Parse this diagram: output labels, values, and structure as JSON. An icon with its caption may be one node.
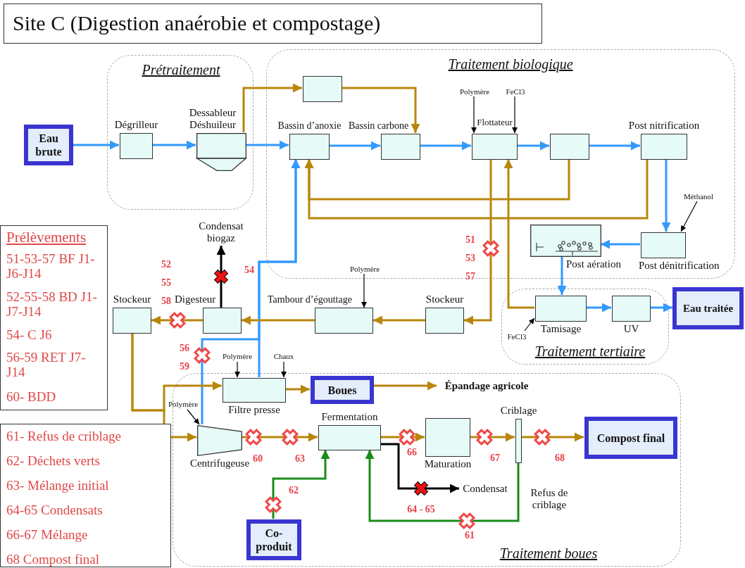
{
  "diagram": {
    "title": "Site C (Digestion anaérobie et compostage)",
    "nodes": [
      {
        "text": [
          "Prétraitement"
        ]
      },
      {
        "text": [
          "Traitement biologique"
        ]
      },
      {
        "text": [
          "Traitement tertiaire"
        ]
      },
      {
        "text": [
          "Traitement boues"
        ]
      },
      {
        "text": [
          "Eau brute"
        ]
      },
      {
        "text": [
          "Dégrilleur"
        ],
        "in": 0
      },
      {
        "text": [
          "Dessableur Déshuileur"
        ],
        "in": 0
      },
      {
        "text": [],
        "shape": "box",
        "in": 1
      },
      {
        "text": [
          "Bassin d’anoxie"
        ],
        "in": 1
      },
      {
        "text": [
          "Bassin carbone"
        ],
        "in": 1
      },
      {
        "text": [
          "Flottateur"
        ],
        "in": 1
      },
      {
        "text": [],
        "shape": "box",
        "in": 1
      },
      {
        "text": [
          "Post nitrification"
        ],
        "in": 1
      },
      {
        "text": [
          "Post dénitrification"
        ],
        "in": 1
      },
      {
        "text": [
          "Post aération"
        ],
        "in": 1
      },
      {
        "text": [
          "Tamisage"
        ],
        "in": 2
      },
      {
        "text": [
          "UV"
        ],
        "in": 2
      },
      {
        "text": [
          "Eau traitée"
        ]
      },
      {
        "text": [
          "Stockeur"
        ]
      },
      {
        "text": [
          "Tambour d’égouttage"
        ]
      },
      {
        "text": [
          "Digesteur"
        ]
      },
      {
        "text": [
          "Stockeur"
        ]
      },
      {
        "text": [
          "Condensat biogaz"
        ]
      },
      {
        "text": [
          "Filtre presse"
        ],
        "in": 3
      },
      {
        "text": [
          "Boues"
        ],
        "in": 3
      },
      {
        "text": [
          "Épandage agricole"
        ],
        "in": 3
      },
      {
        "text": [
          "Centrifugeuse"
        ],
        "in": 3
      },
      {
        "text": [
          "Fermentation"
        ],
        "in": 3
      },
      {
        "text": [
          "Maturation"
        ],
        "in": 3
      },
      {
        "text": [
          "Criblage"
        ],
        "in": 3
      },
      {
        "text": [
          "Compost final"
        ],
        "in": 3
      },
      {
        "text": [
          "Condensat"
        ],
        "in": 3
      },
      {
        "text": [
          "Co-produit"
        ],
        "in": 3
      },
      {
        "text": [
          "Polymère"
        ],
        "in": 1
      },
      {
        "text": [
          "FeCl3"
        ],
        "in": 1
      },
      {
        "text": [
          "Méthanol"
        ],
        "in": 1
      },
      {
        "text": [
          "FeCl3"
        ],
        "in": 2
      },
      {
        "text": [
          "Polymère"
        ],
        "in": 1
      },
      {
        "text": [
          "Polymère"
        ]
      },
      {
        "text": [
          "Chaux"
        ]
      },
      {
        "text": [
          "Polymère"
        ]
      }
    ],
    "edges": [
      {
        "from": 4,
        "to": 5,
        "arrow": "to",
        "color": "#3399ff"
      },
      {
        "from": 5,
        "to": 6,
        "arrow": "to",
        "color": "#3399ff"
      },
      {
        "from": 6,
        "to": 8,
        "arrow": "to",
        "color": "#3399ff"
      },
      {
        "from": 8,
        "to": 9,
        "arrow": "to",
        "color": "#3399ff"
      },
      {
        "from": 9,
        "to": 10,
        "arrow": "to",
        "color": "#3399ff"
      },
      {
        "from": 10,
        "to": 11,
        "arrow": "to",
        "color": "#3399ff"
      },
      {
        "from": 11,
        "to": 12,
        "arrow": "to",
        "color": "#3399ff"
      },
      {
        "from": 12,
        "to": 13,
        "arrow": "to",
        "color": "#3399ff"
      },
      {
        "from": 13,
        "to": 14,
        "arrow": "to",
        "color": "#3399ff"
      },
      {
        "from": 14,
        "to": 15,
        "arrow": "to",
        "color": "#3399ff"
      },
      {
        "from": 15,
        "to": 16,
        "arrow": "to",
        "color": "#3399ff"
      },
      {
        "from": 16,
        "to": 17,
        "arrow": "to",
        "color": "#3399ff"
      },
      {
        "from": 23,
        "to": 8,
        "arrow": "to",
        "color": "#3399ff"
      },
      {
        "from": 26,
        "to": 8,
        "arrow": "to",
        "color": "#3399ff"
      },
      {
        "from": 6,
        "to": 7,
        "arrow": "to"
      },
      {
        "from": 7,
        "to": 9,
        "arrow": "to"
      },
      {
        "from": 10,
        "to": 18,
        "arrow": "to"
      },
      {
        "from": 15,
        "to": 10,
        "arrow": "to"
      },
      {
        "from": 11,
        "to": 8,
        "arrow": "to"
      },
      {
        "from": 12,
        "to": 8,
        "arrow": "to"
      },
      {
        "from": 18,
        "to": 19,
        "arrow": "to"
      },
      {
        "from": 19,
        "to": 20,
        "arrow": "to"
      },
      {
        "from": 20,
        "to": 21,
        "arrow": "to"
      },
      {
        "from": 21,
        "to": 23,
        "arrow": "to"
      },
      {
        "from": 21,
        "to": 26,
        "arrow": "to"
      },
      {
        "from": 23,
        "to": 24,
        "arrow": "to"
      },
      {
        "from": 24,
        "to": 25,
        "arrow": "to"
      },
      {
        "from": 26,
        "to": 27,
        "arrow": "to"
      },
      {
        "from": 27,
        "to": 28,
        "arrow": "to"
      },
      {
        "from": 28,
        "to": 29,
        "arrow": "to"
      },
      {
        "from": 29,
        "to": 30,
        "arrow": "to"
      },
      {
        "from": 32,
        "to": 27,
        "arrow": "to",
        "color": "#1a8c1a"
      },
      {
        "from": 29,
        "to": 27,
        "arrow": "to",
        "color": "#1a8c1a",
        "label": "Refus de criblage"
      },
      {
        "from": 20,
        "to": 22,
        "arrow": "to",
        "color": "#000000"
      },
      {
        "from": 27,
        "to": 31,
        "arrow": "to",
        "color": "#000000"
      },
      {
        "from": 33,
        "to": 10,
        "arrow": "to",
        "color": "#000000"
      },
      {
        "from": 34,
        "to": 10,
        "arrow": "to",
        "color": "#000000"
      },
      {
        "from": 35,
        "to": 13,
        "arrow": "to",
        "color": "#000000"
      },
      {
        "from": 36,
        "to": 15,
        "arrow": "to",
        "color": "#000000"
      },
      {
        "from": 37,
        "to": 19,
        "arrow": "to",
        "color": "#000000"
      },
      {
        "from": 38,
        "to": 23,
        "arrow": "to",
        "color": "#000000"
      },
      {
        "from": 39,
        "to": 23,
        "arrow": "to",
        "color": "#000000"
      },
      {
        "from": 40,
        "to": 26,
        "arrow": "to",
        "color": "#000000"
      }
    ],
    "labels": [
      "Prélèvements",
      "51-53-57 BF J1-J6-J14",
      "52-55-58 BD J1-J7-J14",
      "54- C J6",
      "56-59 RET J7-J14",
      "60- BDD",
      "61- Refus de criblage",
      "62- Déchets verts",
      "63- Mélange initial",
      "64-65 Condensats",
      "66-67 Mélange",
      "68 Compost final",
      "52",
      "55",
      "58",
      "54",
      "51",
      "53",
      "57",
      "56",
      "59",
      "60",
      "63",
      "66",
      "67",
      "68",
      "62",
      "64 - 65",
      "61"
    ]
  }
}
